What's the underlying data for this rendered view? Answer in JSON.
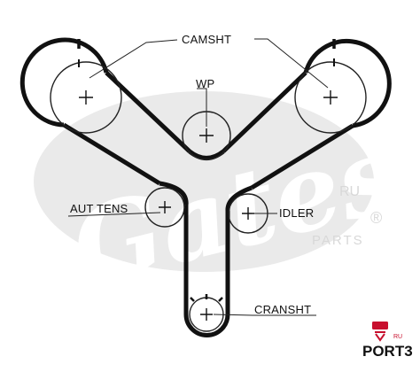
{
  "diagram": {
    "labels": {
      "camshaft": "CAMSHT",
      "water_pump": "WP",
      "auto_tensioner": "AUT TENS",
      "idler": "IDLER",
      "crankshaft": "CRANSHT"
    }
  },
  "watermark": {
    "brand": "Gates",
    "registered_mark": "®",
    "suffix_ru": "RU",
    "suffix_parts": "PARTS",
    "color": "#e6e6e6"
  },
  "branding": {
    "name": "PORT3",
    "suffix": "RU",
    "accent_color": "#c8102e"
  },
  "colors": {
    "belt": "#111111",
    "lines": "#222222",
    "background": "#ffffff"
  }
}
